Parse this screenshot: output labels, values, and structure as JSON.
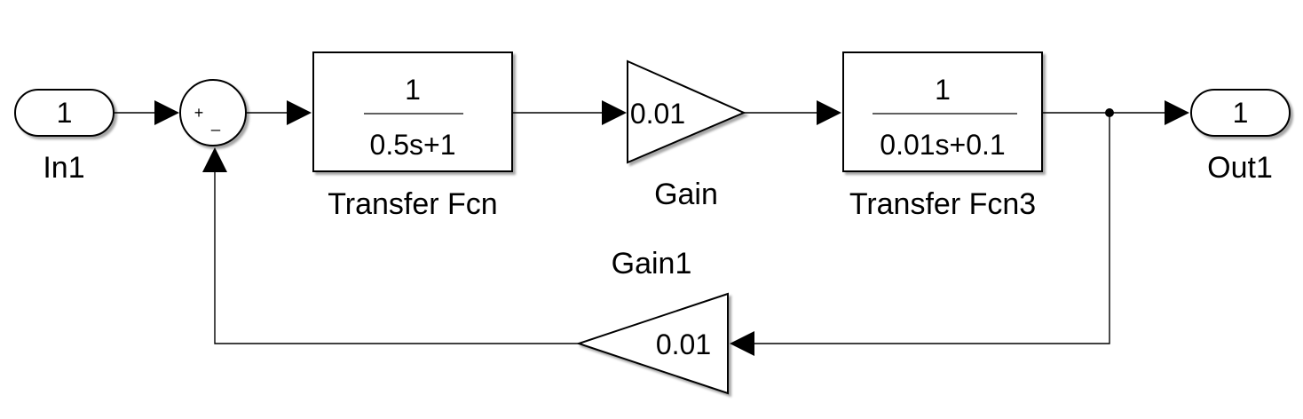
{
  "inport": {
    "number": "1",
    "name": "In1"
  },
  "sum": {
    "plus": "+",
    "minus": "_"
  },
  "tf1": {
    "numerator": "1",
    "denominator": "0.5s+1",
    "name": "Transfer Fcn"
  },
  "gain": {
    "value": "0.01",
    "name": "Gain"
  },
  "tf3": {
    "numerator": "1",
    "denominator": "0.01s+0.1",
    "name": "Transfer Fcn3"
  },
  "outport": {
    "number": "1",
    "name": "Out1"
  },
  "gain1": {
    "value": "0.01",
    "name": "Gain1"
  }
}
